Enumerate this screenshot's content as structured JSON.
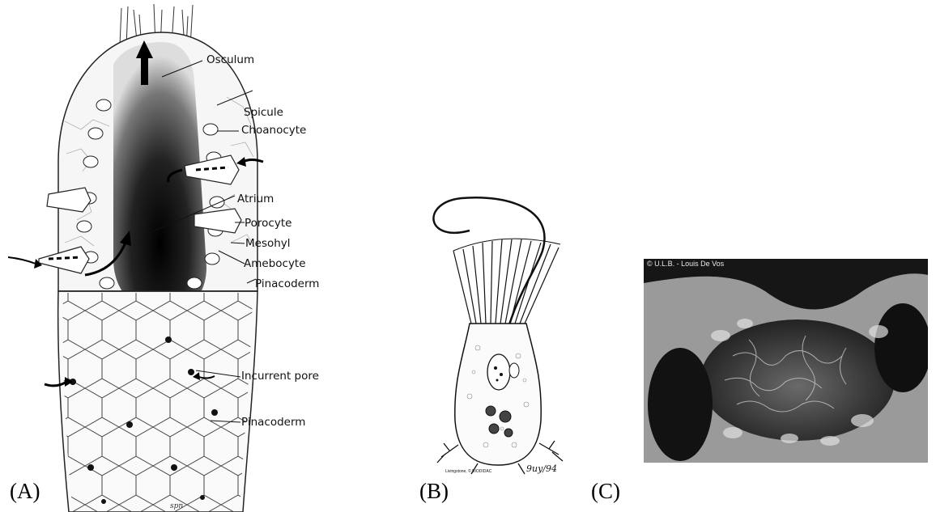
{
  "panels": [
    {
      "caption": "(A)"
    },
    {
      "caption": "(B)"
    },
    {
      "caption": "(C)"
    }
  ],
  "panel_a": {
    "labels": {
      "osculum": "Osculum",
      "spicule": "Spicule",
      "choanocyte": "Choanocyte",
      "atrium": "Atrium",
      "porocyte": "Porocyte",
      "mesohyl": "Mesohyl",
      "amebocyte": "Amebocyte",
      "pinacoderm_upper": "Pinacoderm",
      "incurrent_pore": "Incurrent pore",
      "pinacoderm_lower": "Pinacoderm"
    }
  },
  "panel_b": {
    "credit": "Livingstone, © BIODIDAC",
    "signature": "9uy/94"
  },
  "panel_c": {
    "credit": "© U.L.B. - Louis De Vos"
  }
}
